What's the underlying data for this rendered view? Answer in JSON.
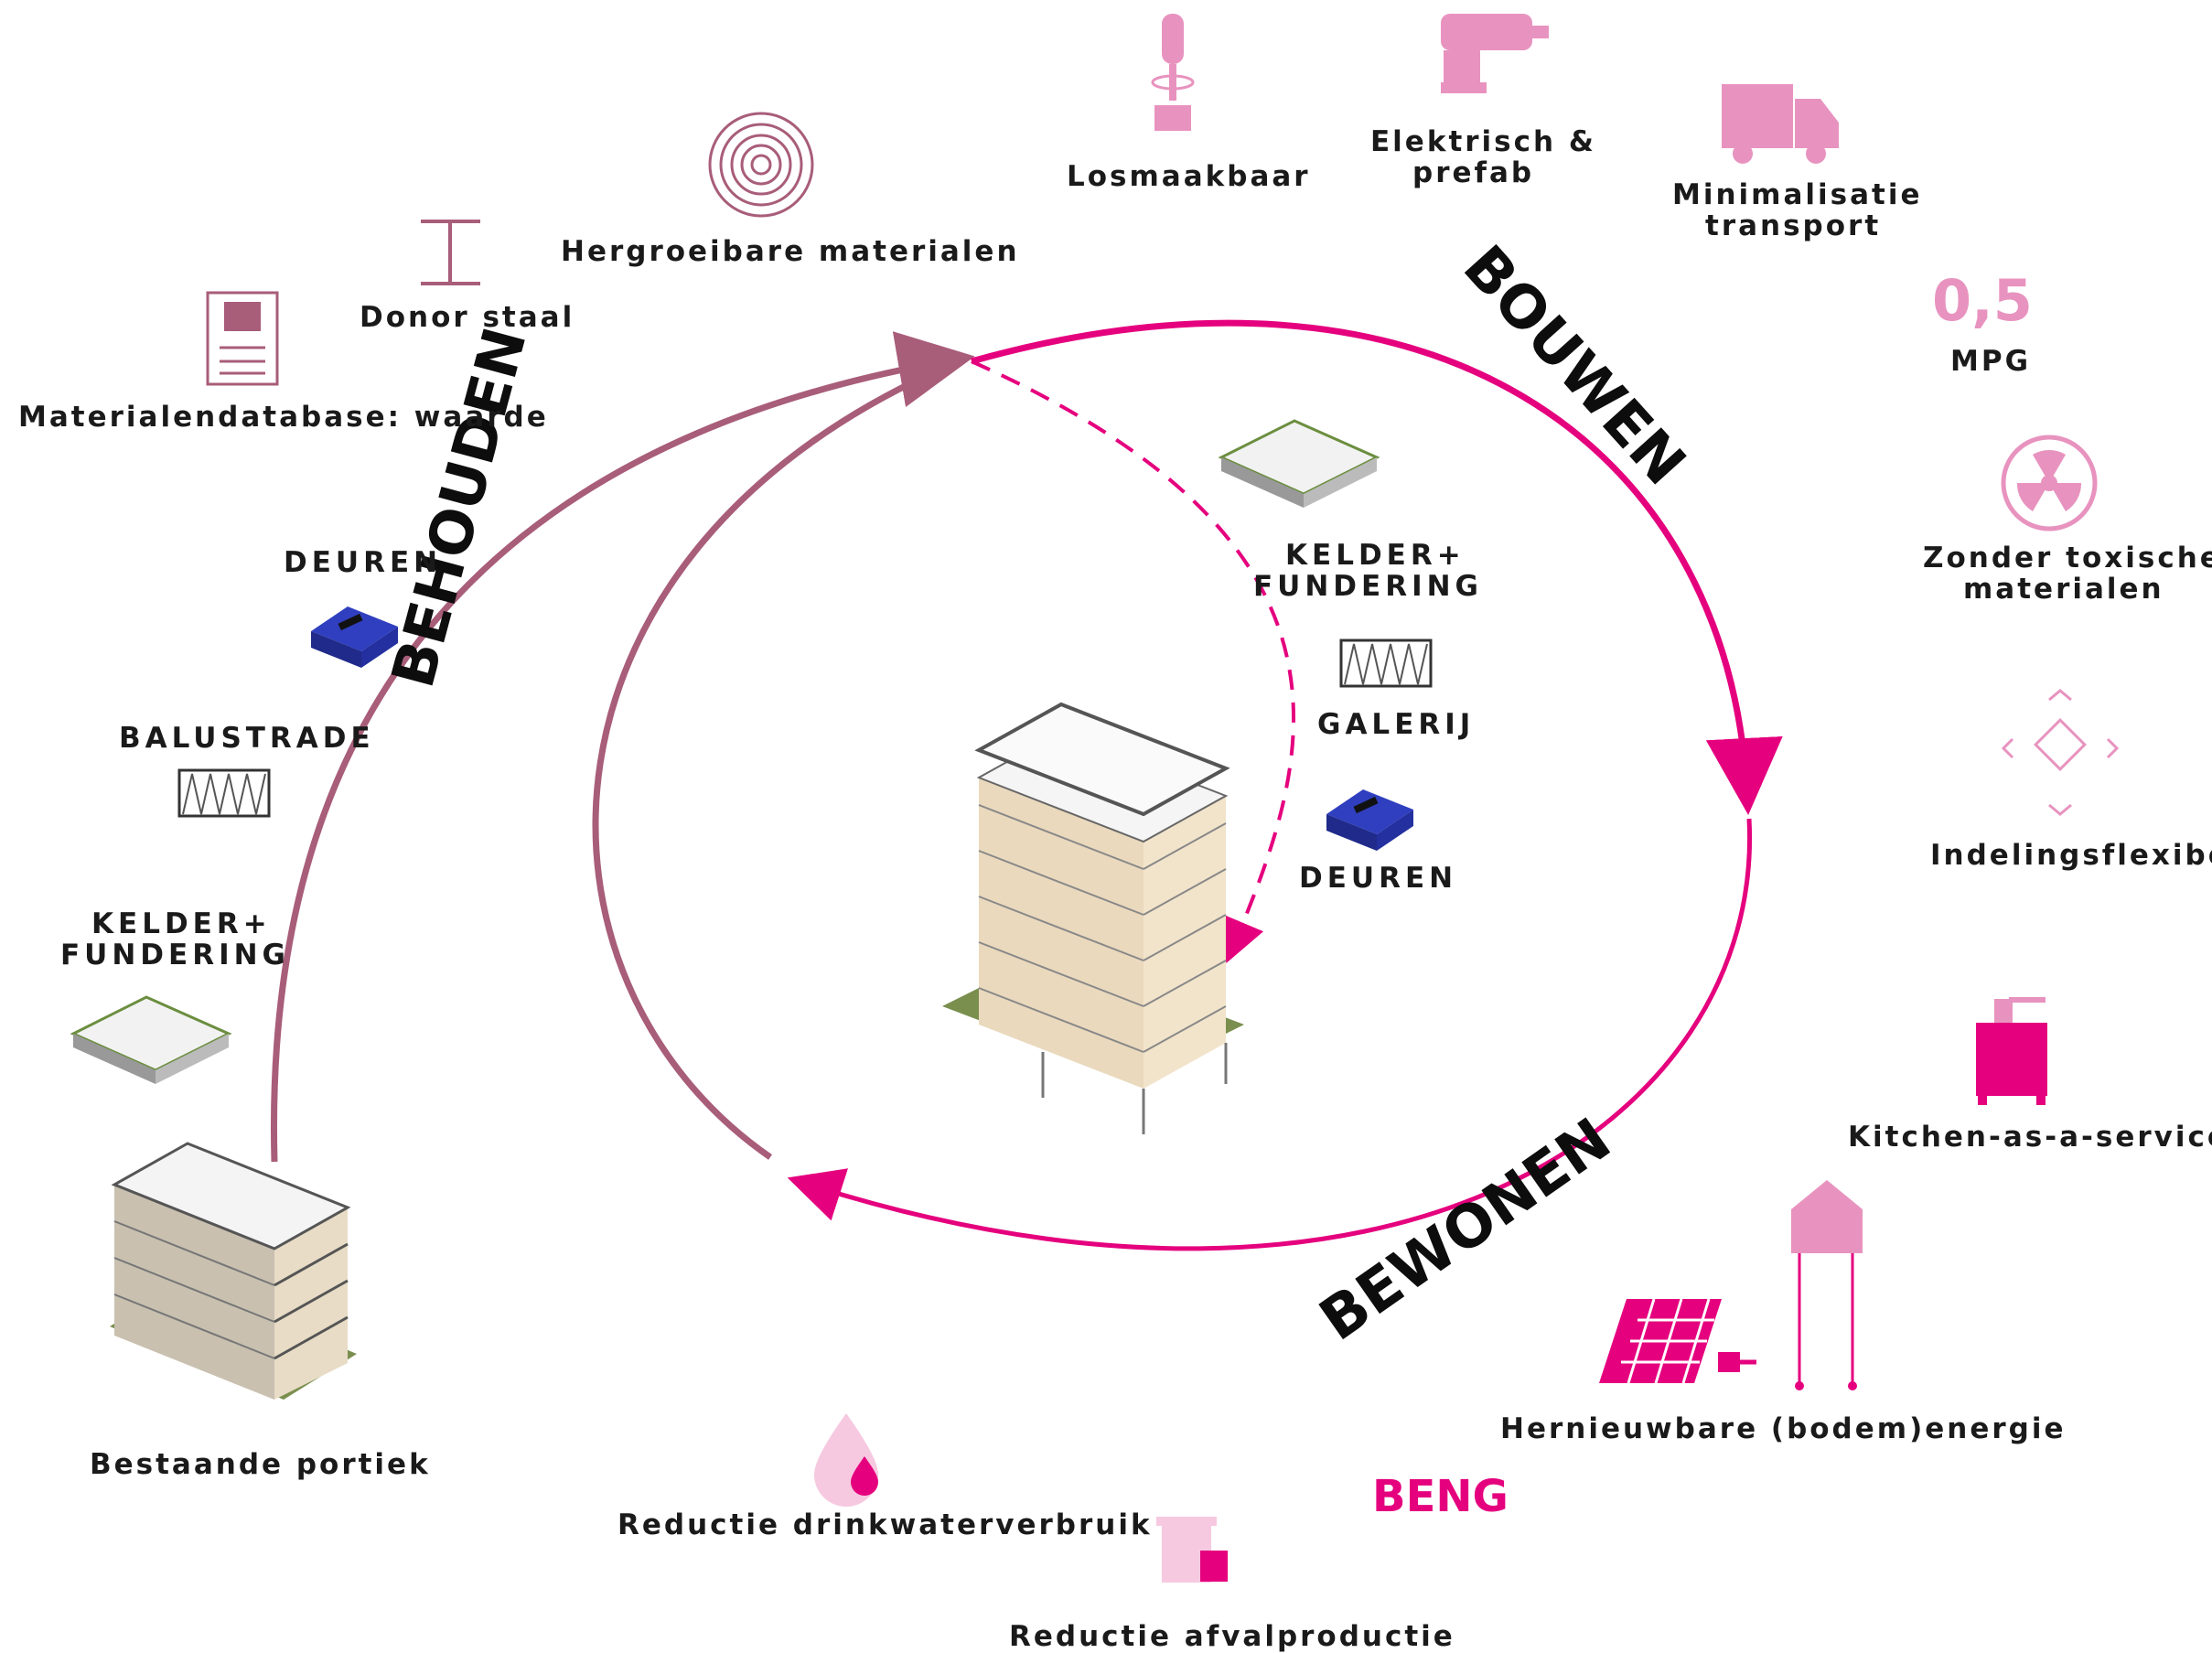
{
  "cycle": {
    "behouden": "BEHOUDEN",
    "bouwen": "BOUWEN",
    "bewonen": "BEWONEN"
  },
  "left_labels": {
    "materialendatabase": "Materialendatabase: waarde",
    "donor_staal": "Donor staal",
    "hergroeibare": "Hergroeibare materialen",
    "deuren": "DEUREN",
    "balustrade": "BALUSTRADE",
    "kelder_line1": "KELDER+",
    "kelder_line2": "FUNDERING",
    "bestaande_portiek": "Bestaande portiek"
  },
  "inner_labels": {
    "kelder_line1": "KELDER+",
    "kelder_line2": "FUNDERING",
    "galerij": "GALERIJ",
    "deuren": "DEUREN"
  },
  "right_labels": {
    "losmaakbaar": "Losmaakbaar",
    "elektrisch_line1": "Elektrisch &",
    "elektrisch_line2": "prefab",
    "minimalisatie_line1": "Minimalisatie",
    "minimalisatie_line2": "transport",
    "mpg_value": "0,5",
    "mpg_label": "MPG",
    "toxisch_line1": "Zonder toxische",
    "toxisch_line2": "materialen",
    "indeling": "Indelingsflexibel",
    "kitchen": "Kitchen-as-a-service",
    "hernieuwbare": "Hernieuwbare (bodem)energie",
    "beng": "BENG",
    "drinkwater": "Reductie drinkwaterverbruik",
    "afval": "Reductie afvalproductie"
  },
  "icons": {
    "materialendatabase": "document-building-icon",
    "donor_staal": "steel-beam-icon",
    "hergroeibare": "tree-rings-icon",
    "losmaakbaar": "screwdriver-icon",
    "elektrisch": "power-drill-icon",
    "transport": "truck-icon",
    "toxisch": "radiation-icon",
    "indeling": "flexible-layout-icon",
    "kitchen": "kitchen-unit-icon",
    "bodemenergie": "geothermal-house-icon",
    "zonnepaneel": "solar-panel-plug-icon",
    "drinkwater": "water-drop-icon",
    "afval": "trash-bin-icon"
  },
  "colors": {
    "mauve": "#a85d79",
    "magenta": "#e5007e",
    "light_pink": "#e893bf",
    "blue": "#2f3fbf"
  }
}
